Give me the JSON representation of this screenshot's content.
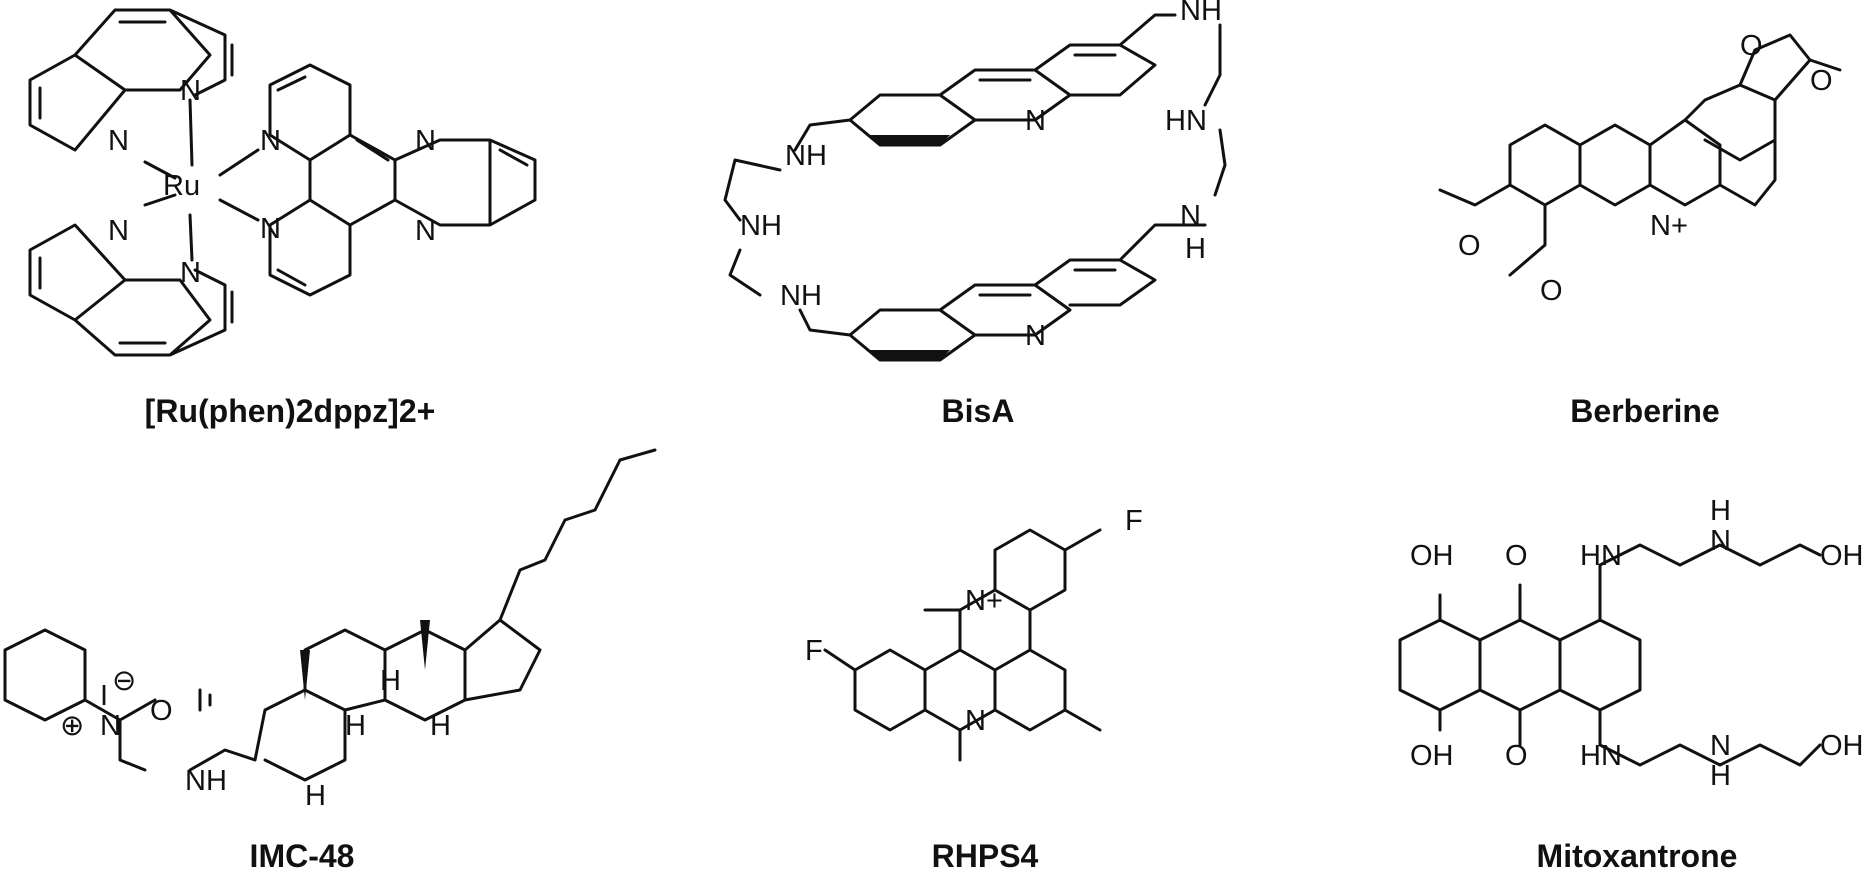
{
  "molecules": [
    {
      "name": "[Ru(phen)2dppz]2+"
    },
    {
      "name": "BisA"
    },
    {
      "name": "Berberine"
    },
    {
      "name": "IMC-48"
    },
    {
      "name": "RHPS4"
    },
    {
      "name": "Mitoxantrone"
    }
  ],
  "atom_labels": {
    "N": "N",
    "NH": "NH",
    "HN": "HN",
    "H": "H",
    "Ru": "Ru",
    "O": "O",
    "OH": "OH",
    "F": "F",
    "I": "I",
    "N_plus": "N+",
    "plus": "⊕",
    "minus": "⊖"
  },
  "colors": {
    "ink": "#111111",
    "background": "#ffffff"
  }
}
